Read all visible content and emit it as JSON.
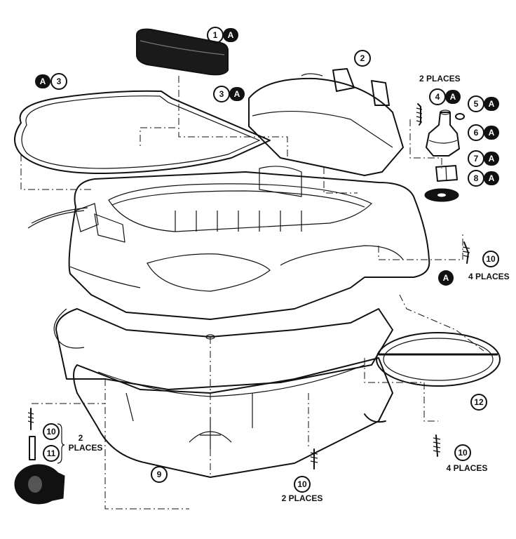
{
  "callouts": [
    {
      "id": "c1",
      "num": "1",
      "suffix": "A"
    },
    {
      "id": "c2",
      "num": "2"
    },
    {
      "id": "c3a",
      "num": "3",
      "prefix": "A"
    },
    {
      "id": "c3b",
      "num": "3",
      "suffix": "A"
    },
    {
      "id": "c4",
      "num": "4",
      "suffix": "A"
    },
    {
      "id": "c5",
      "num": "5",
      "suffix": "A"
    },
    {
      "id": "c6",
      "num": "6",
      "suffix": "A"
    },
    {
      "id": "c7",
      "num": "7",
      "suffix": "A"
    },
    {
      "id": "c8",
      "num": "8",
      "suffix": "A"
    },
    {
      "id": "c9",
      "num": "9"
    },
    {
      "id": "c10a",
      "num": "10"
    },
    {
      "id": "c10b",
      "num": "10"
    },
    {
      "id": "c10c",
      "num": "10"
    },
    {
      "id": "c10d",
      "num": "10"
    },
    {
      "id": "c11",
      "num": "11"
    },
    {
      "id": "c12",
      "num": "12"
    }
  ],
  "filled_marker": "A",
  "places_labels": {
    "top_right_top": "2 PLACES",
    "right_middle": "4 PLACES",
    "left_bracket_line1": "2",
    "left_bracket_line2": "PLACES",
    "bottom_center": "2 PLACES",
    "bottom_right": "4 PLACES"
  }
}
